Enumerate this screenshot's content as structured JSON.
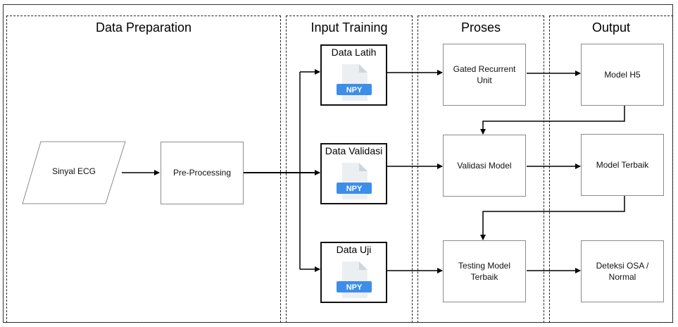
{
  "sections": {
    "data_preparation": "Data Preparation",
    "input_training": "Input Training",
    "proses": "Proses",
    "output": "Output"
  },
  "nodes": {
    "sinyal_ecg": "Sinyal ECG",
    "pre_processing": "Pre-Processing",
    "data_latih": "Data Latih",
    "data_validasi": "Data Validasi",
    "data_uji": "Data Uji",
    "gru": "Gated Recurrent Unit",
    "validasi_model": "Validasi Model",
    "testing_model": "Testing Model Terbaik",
    "model_h5": "Model H5",
    "model_terbaik": "Model Terbaik",
    "deteksi": "Deteksi OSA / Normal"
  },
  "file_badge": "NPY",
  "colors": {
    "badge_blue": "#3d8ee8",
    "file_gray": "#eceff1",
    "file_fold": "#cfd6db",
    "box_border": "#8c8c8c"
  }
}
